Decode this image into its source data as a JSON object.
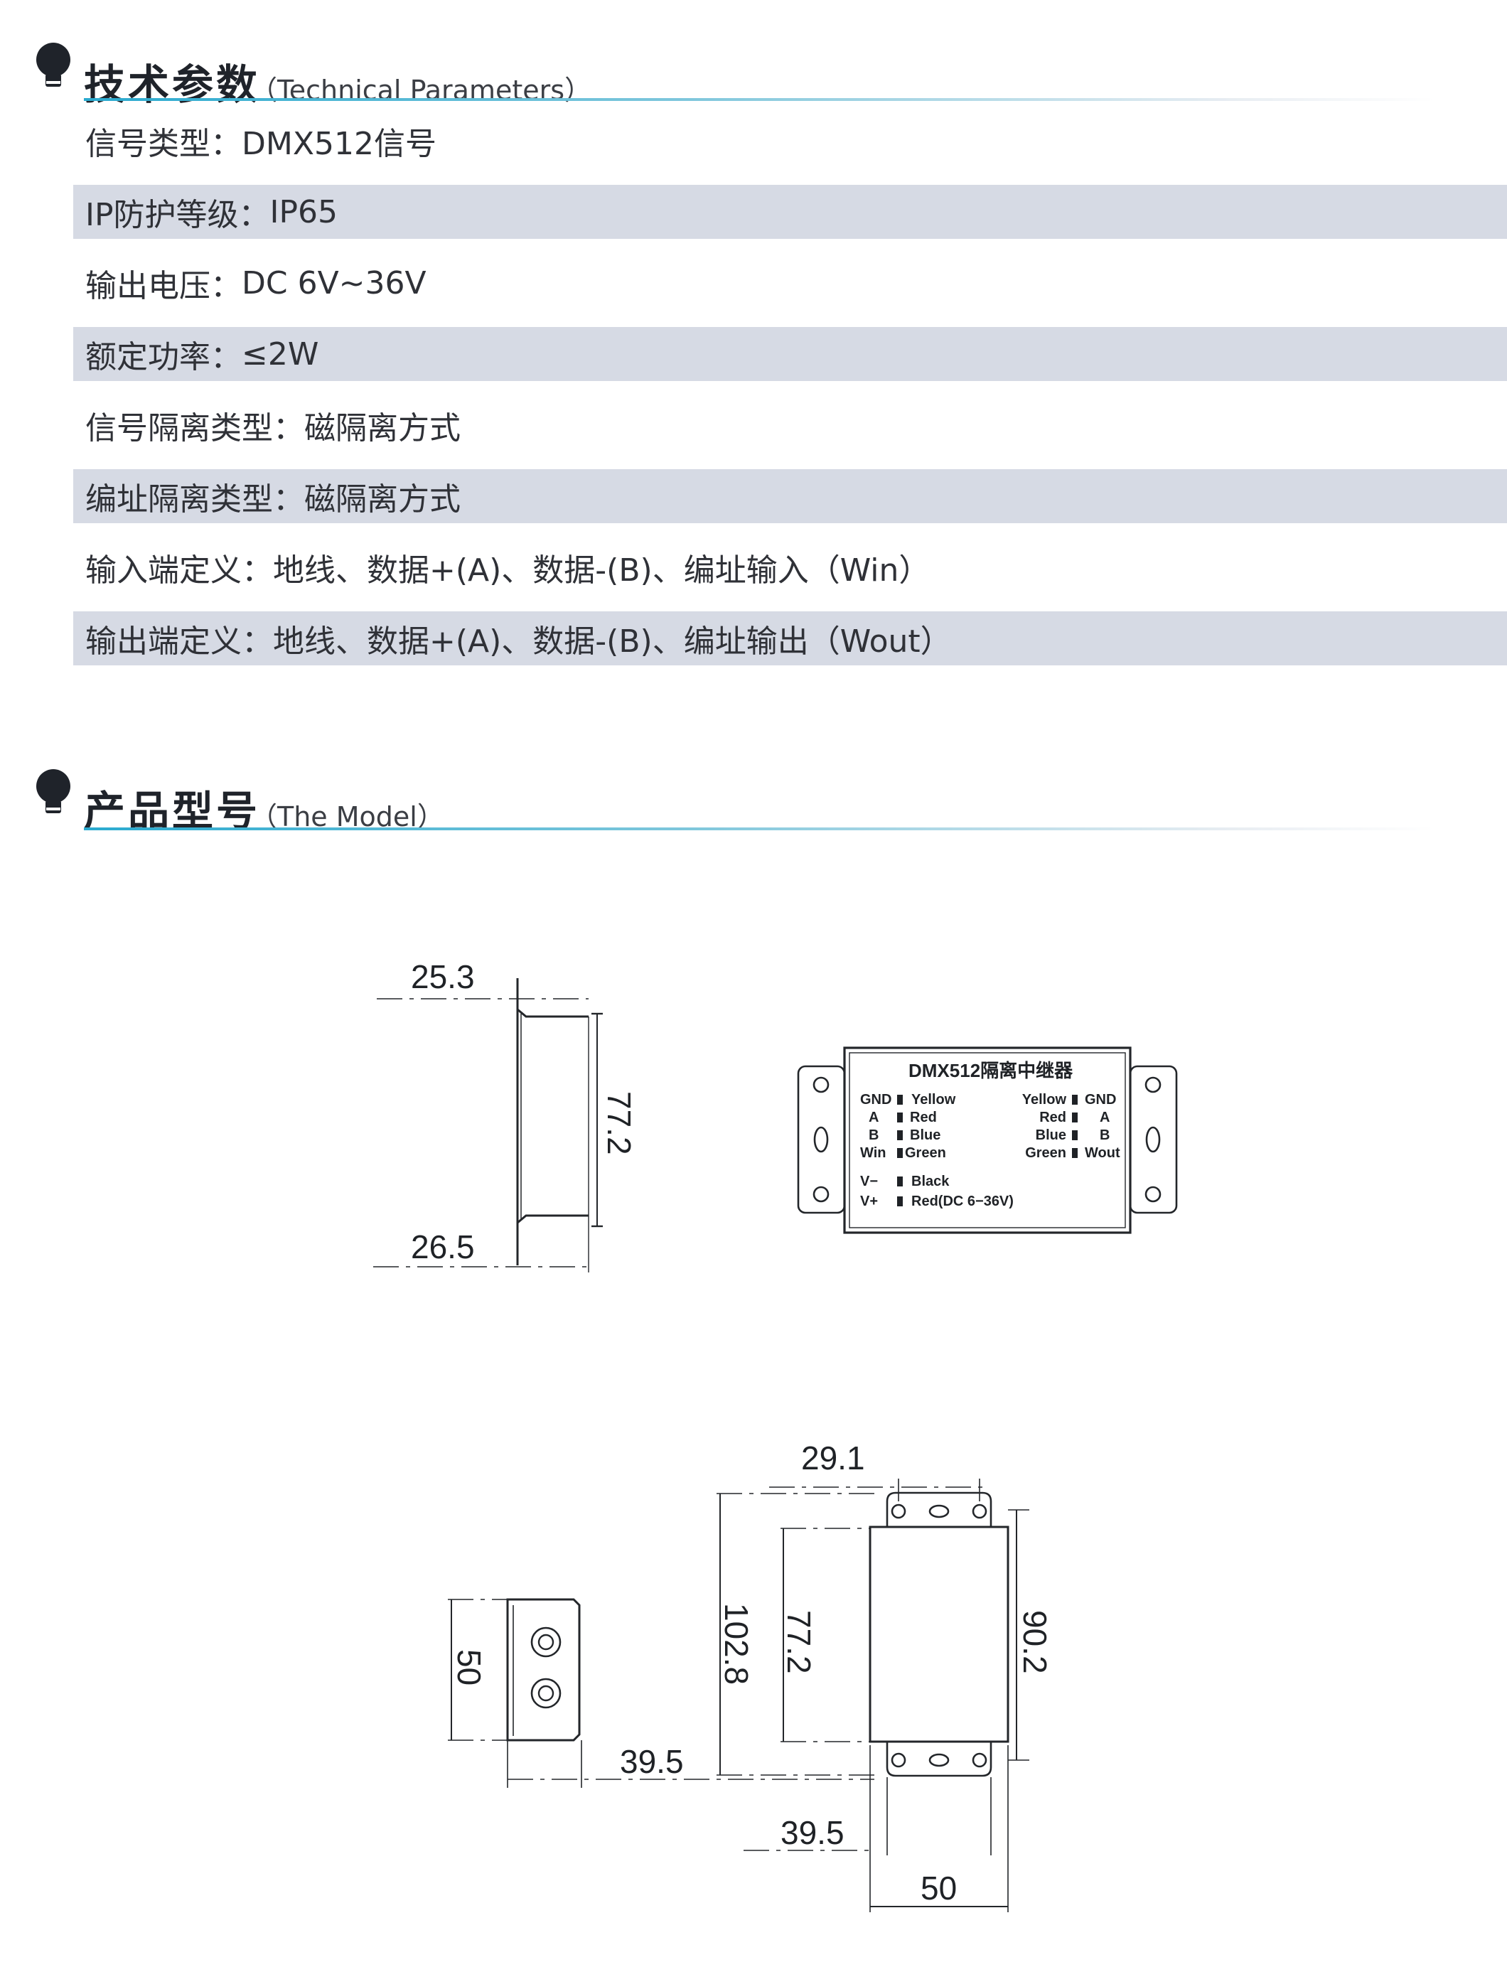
{
  "section1": {
    "title": "技术参数",
    "subtitle": "（Technical Parameters）"
  },
  "params": [
    {
      "label": "信号类型",
      "value": "DMX512信号",
      "shaded": false
    },
    {
      "label": "IP防护等级",
      "value": "IP65",
      "shaded": true
    },
    {
      "label": "输出电压",
      "value": "DC 6V~36V",
      "shaded": false
    },
    {
      "label": "额定功率",
      "value": "≤2W",
      "shaded": true
    },
    {
      "label": "信号隔离类型",
      "value": "磁隔离方式",
      "shaded": false
    },
    {
      "label": "编址隔离类型",
      "value": "磁隔离方式",
      "shaded": true
    },
    {
      "label": "输入端定义",
      "value": "地线、数据+(A)、数据-(B)、编址输入（Win）",
      "shaded": false
    },
    {
      "label": "输出端定义",
      "value": "地线、数据+(A)、数据-(B)、编址输出（Wout）",
      "shaded": true
    }
  ],
  "section2": {
    "title": "产品型号",
    "subtitle": "（The Model）"
  },
  "drawing1": {
    "dims": {
      "top_width": "25.3",
      "height": "77.2",
      "bottom_width": "26.5"
    },
    "label": {
      "title": "DMX512隔离中继器",
      "left_pins": [
        "GND",
        "A",
        "B",
        "Win"
      ],
      "left_colors": [
        "Yellow",
        "Red",
        "Blue",
        "Green"
      ],
      "right_colors": [
        "Yellow",
        "Red",
        "Blue",
        "Green"
      ],
      "right_pins": [
        "GND",
        "A",
        "B",
        "Wout"
      ],
      "power_pins": [
        "V−",
        "V+"
      ],
      "power_colors": [
        "Black",
        "Red(DC 6−36V)"
      ]
    }
  },
  "drawing2": {
    "dims": {
      "top_hole_span": "29.1",
      "total_height": "102.8",
      "body_height": "77.2",
      "flange_height": "90.2",
      "side_height": "50",
      "side_offset": "39.5",
      "bottom_offset": "39.5",
      "body_width": "50"
    }
  }
}
